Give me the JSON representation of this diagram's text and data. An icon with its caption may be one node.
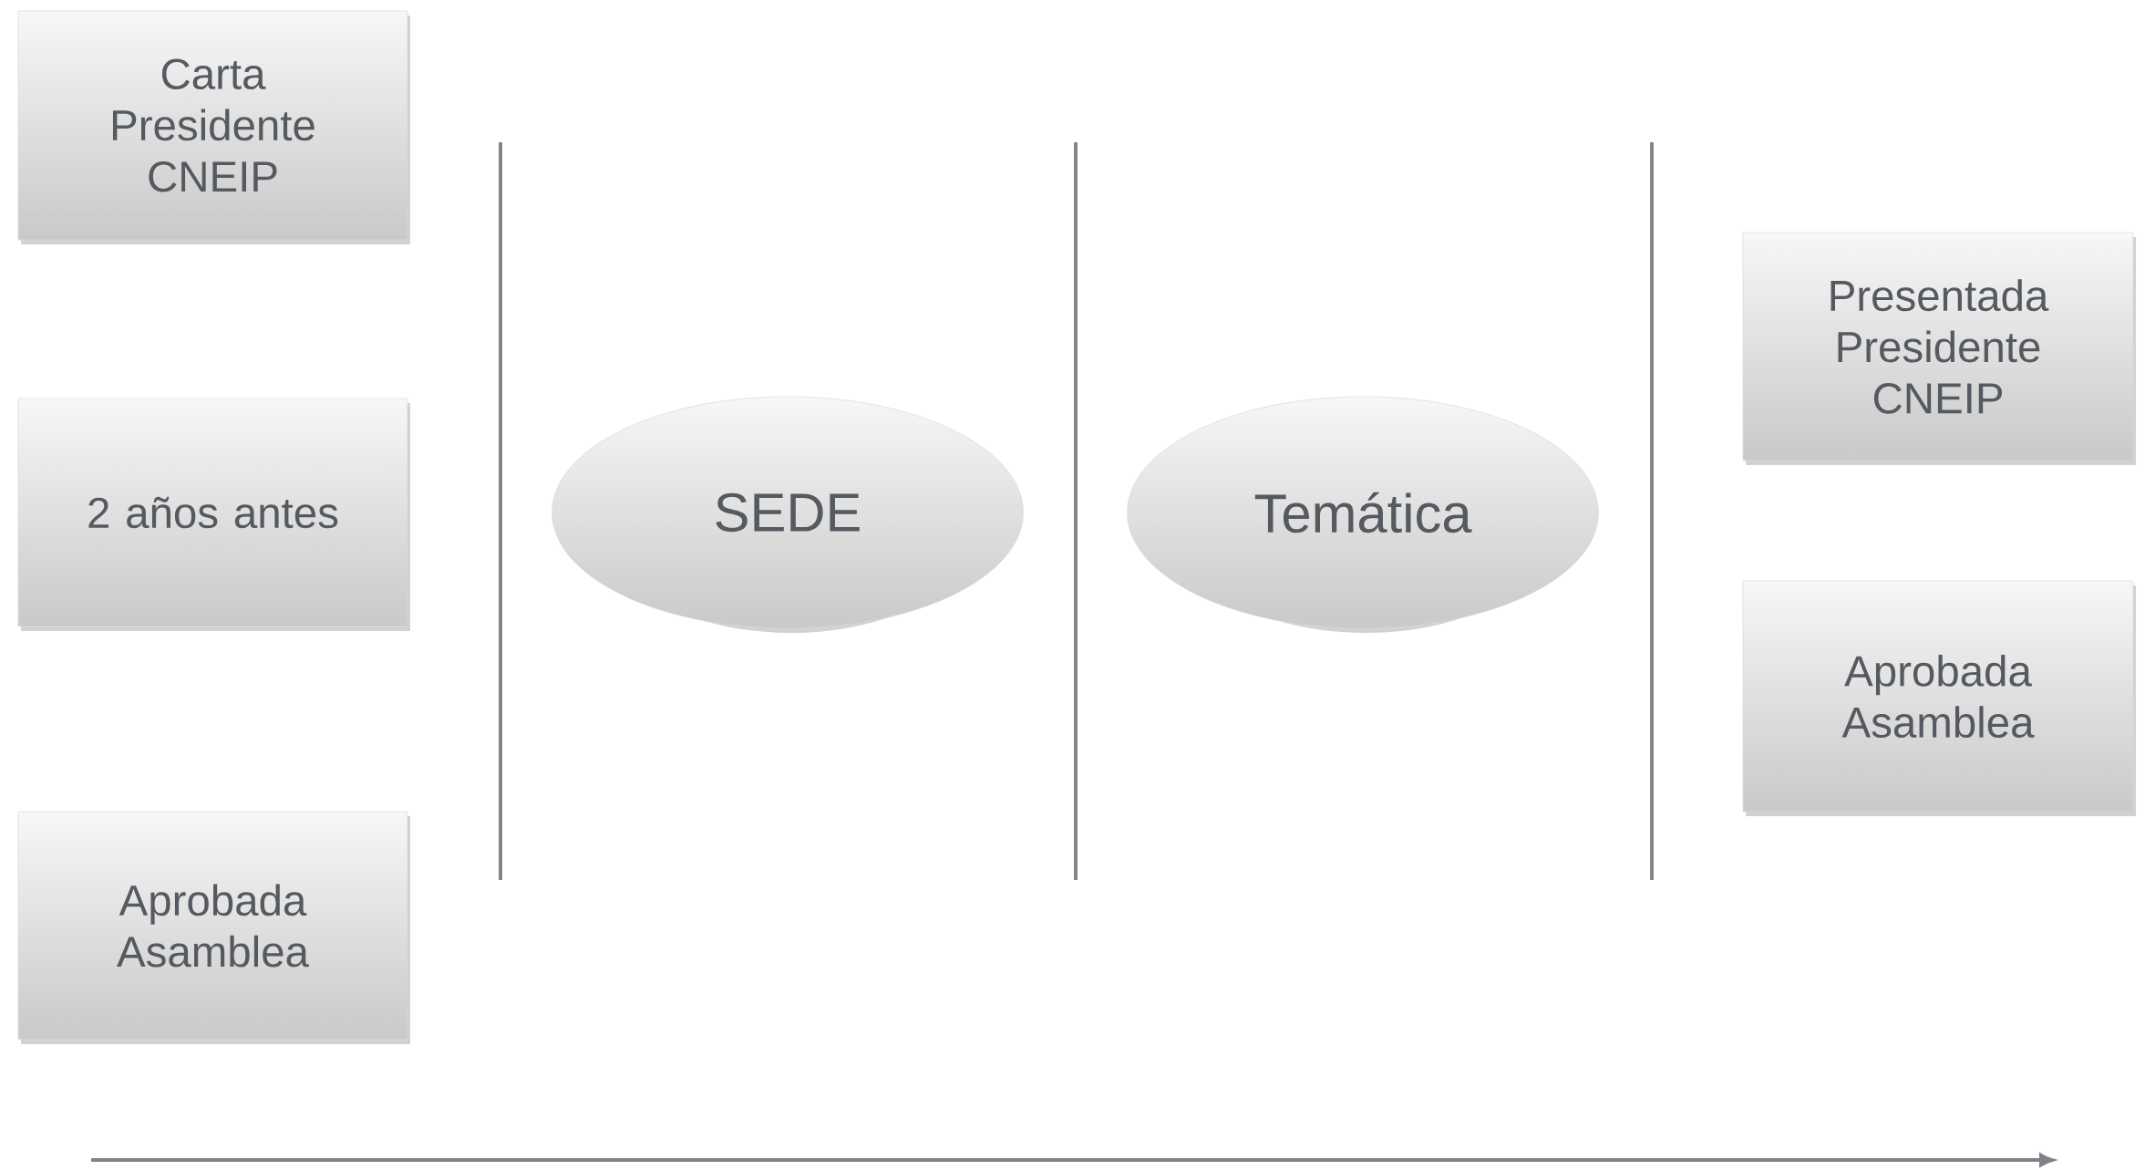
{
  "diagram": {
    "nodes": [
      {
        "text": [
          "Carta Presidente CNEIP"
        ]
      },
      {
        "text": [
          "2 años antes"
        ]
      },
      {
        "text": [
          "Aprobada Asamblea"
        ]
      },
      {
        "text": [
          "SEDE"
        ]
      },
      {
        "text": [
          "Temática"
        ]
      },
      {
        "text": [
          "Presentada Presidente CNEIP"
        ]
      },
      {
        "text": [
          "Aprobada Asamblea"
        ]
      }
    ]
  }
}
